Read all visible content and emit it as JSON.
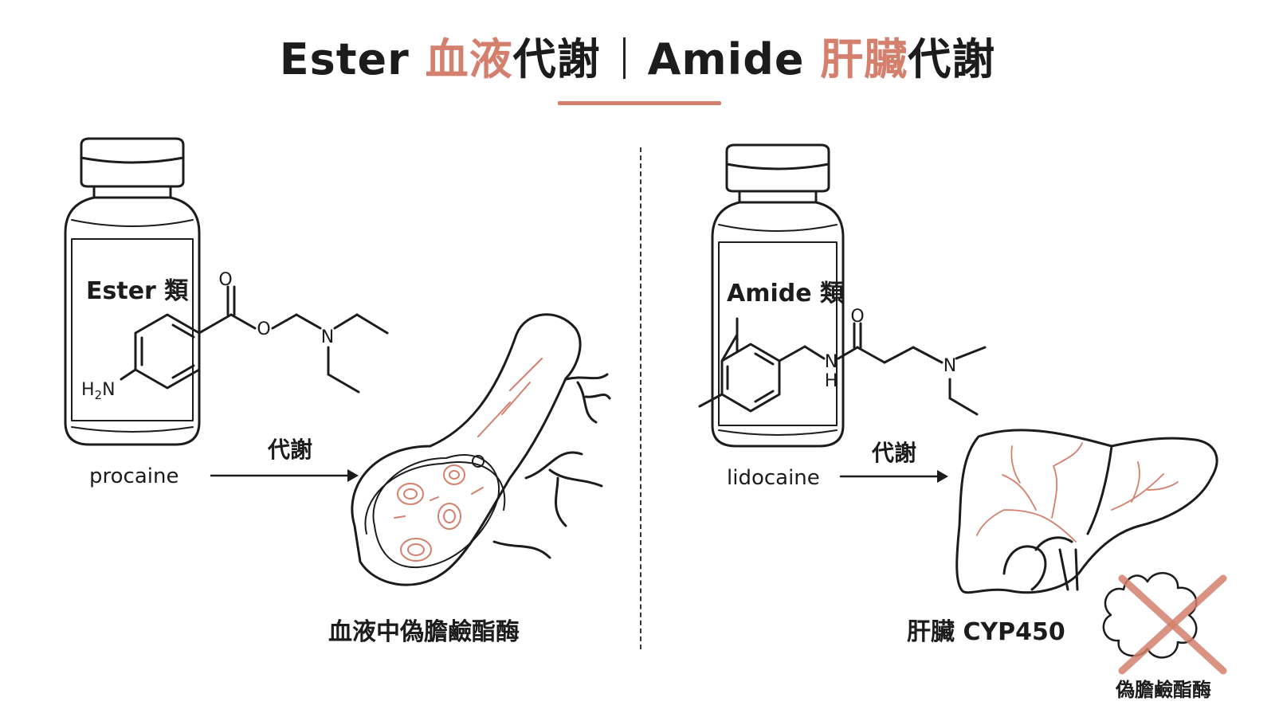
{
  "title": {
    "ester_word": "Ester",
    "ester_highlight": "血液",
    "ester_suffix": "代謝",
    "amide_word": "Amide",
    "amide_highlight": "肝臟",
    "amide_suffix": "代謝"
  },
  "left": {
    "vial_label": "Ester 類",
    "drug_name": "procaine",
    "arrow_label": "代謝",
    "caption": "血液中偽膽鹼酯酶"
  },
  "right": {
    "vial_label": "Amide 類",
    "drug_name": "lidocaine",
    "arrow_label": "代謝",
    "caption": "肝臟 CYP450",
    "crossed_label": "偽膽鹼酯酶"
  },
  "colors": {
    "accent": "#d4806c",
    "ink": "#1c1c1c"
  },
  "icons": [
    "vial-icon",
    "blood-vessel-icon",
    "liver-icon",
    "enzyme-crossed-icon",
    "arrow-right-icon"
  ]
}
